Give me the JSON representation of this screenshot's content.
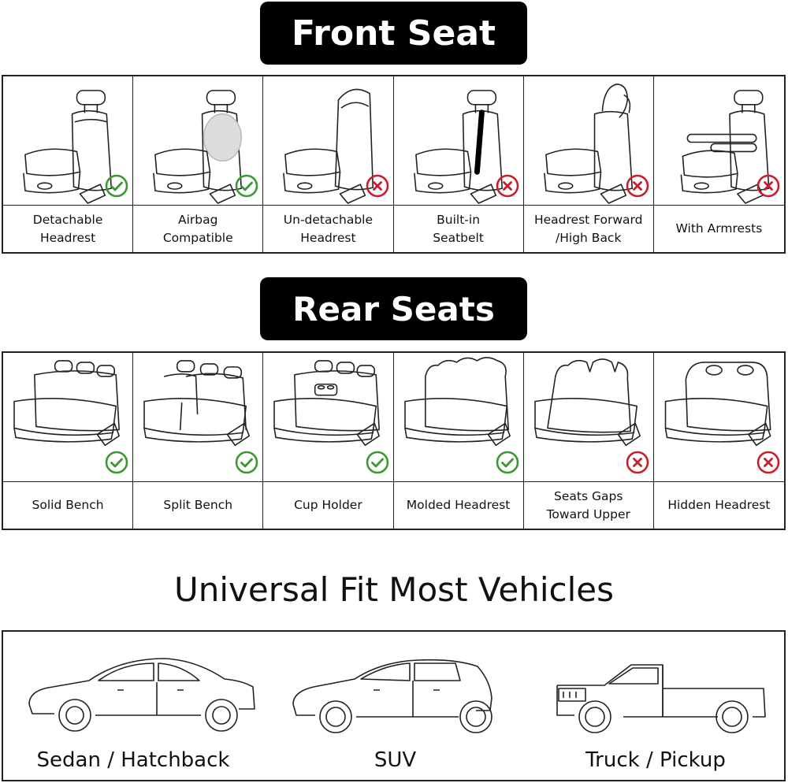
{
  "front": {
    "title": "Front Seat",
    "items": [
      {
        "label": "Detachable\nHeadrest",
        "status": "check"
      },
      {
        "label": "Airbag\nCompatible",
        "status": "check"
      },
      {
        "label": "Un-detachable\nHeadrest",
        "status": "cross"
      },
      {
        "label": "Built-in\nSeatbelt",
        "status": "cross"
      },
      {
        "label": "Headrest Forward\n/High Back",
        "status": "cross"
      },
      {
        "label": "With Armrests",
        "status": "cross"
      }
    ]
  },
  "rear": {
    "title": "Rear Seats",
    "items": [
      {
        "label": "Solid Bench",
        "status": "check"
      },
      {
        "label": "Split Bench",
        "status": "check"
      },
      {
        "label": "Cup Holder",
        "status": "check"
      },
      {
        "label": "Molded Headrest",
        "status": "check"
      },
      {
        "label": "Seats Gaps\nToward Upper",
        "status": "cross"
      },
      {
        "label": "Hidden Headrest",
        "status": "cross"
      }
    ]
  },
  "universal": {
    "title": "Universal Fit Most Vehicles",
    "vehicles": [
      {
        "label": "Sedan / Hatchback",
        "icon": "sedan-icon"
      },
      {
        "label": "SUV",
        "icon": "suv-icon"
      },
      {
        "label": "Truck / Pickup",
        "icon": "truck-icon"
      }
    ]
  },
  "colors": {
    "check": "#3a9a2f",
    "cross": "#c8202a",
    "banner": "#000000"
  }
}
